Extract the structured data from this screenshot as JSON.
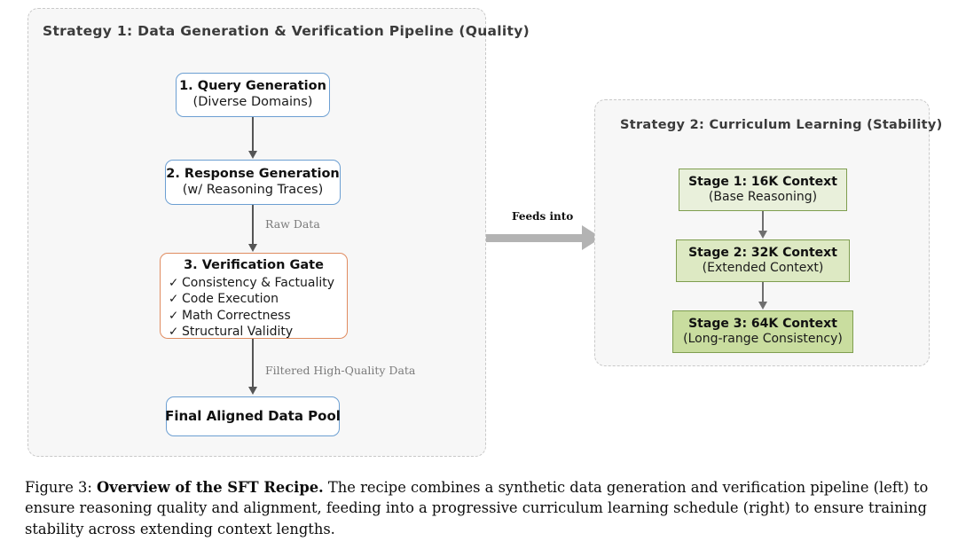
{
  "figure": {
    "caption_prefix": "Figure 3:",
    "caption_bold": "Overview of the SFT Recipe.",
    "caption_body": " The recipe combines a synthetic data generation and verification pipeline (left) to ensure reasoning quality and alignment, feeding into a progressive curriculum learning schedule (right) to ensure training stability across extending context lengths."
  },
  "panels": {
    "left": {
      "title": "Strategy 1: Data Generation & Verification Pipeline (Quality)"
    },
    "right": {
      "title": "Strategy 2: Curriculum Learning (Stability)"
    }
  },
  "pipeline": {
    "query": {
      "line1": "1.  Query Generation",
      "line2": "(Diverse Domains)"
    },
    "response": {
      "line1": "2.  Response Generation",
      "line2": "(w/ Reasoning Traces)"
    },
    "gate": {
      "title": "3.  Verification Gate",
      "check_glyph": "✓",
      "items": [
        "Consistency & Factuality",
        "Code Execution",
        "Math Correctness",
        "Structural Validity"
      ]
    },
    "final": {
      "line1": "Final Aligned Data Pool"
    },
    "edge_labels": {
      "raw_data": "Raw Data",
      "filtered": "Filtered High-Quality Data",
      "feeds_into": "Feeds into"
    }
  },
  "curriculum": {
    "stages": [
      {
        "line1": "Stage 1: 16K Context",
        "line2": "(Base Reasoning)"
      },
      {
        "line1": "Stage 2: 32K Context",
        "line2": "(Extended Context)"
      },
      {
        "line1": "Stage 3: 64K Context",
        "line2": "(Long-range Consistency)"
      }
    ]
  },
  "colors": {
    "panel_background": "#f7f7f7",
    "panel_border": "#c9c9c9",
    "blue_border": "#6c9fd2",
    "orange_border": "#e08c60",
    "green_border": "#7f9e4f",
    "stage1_fill": "#e9f0db",
    "stage2_fill": "#dde9c3",
    "stage3_fill": "#c9dd9f",
    "arrow": "#555555",
    "feeds_arrow": "#b3b3b3",
    "edge_label_text": "#7a7a7a"
  }
}
